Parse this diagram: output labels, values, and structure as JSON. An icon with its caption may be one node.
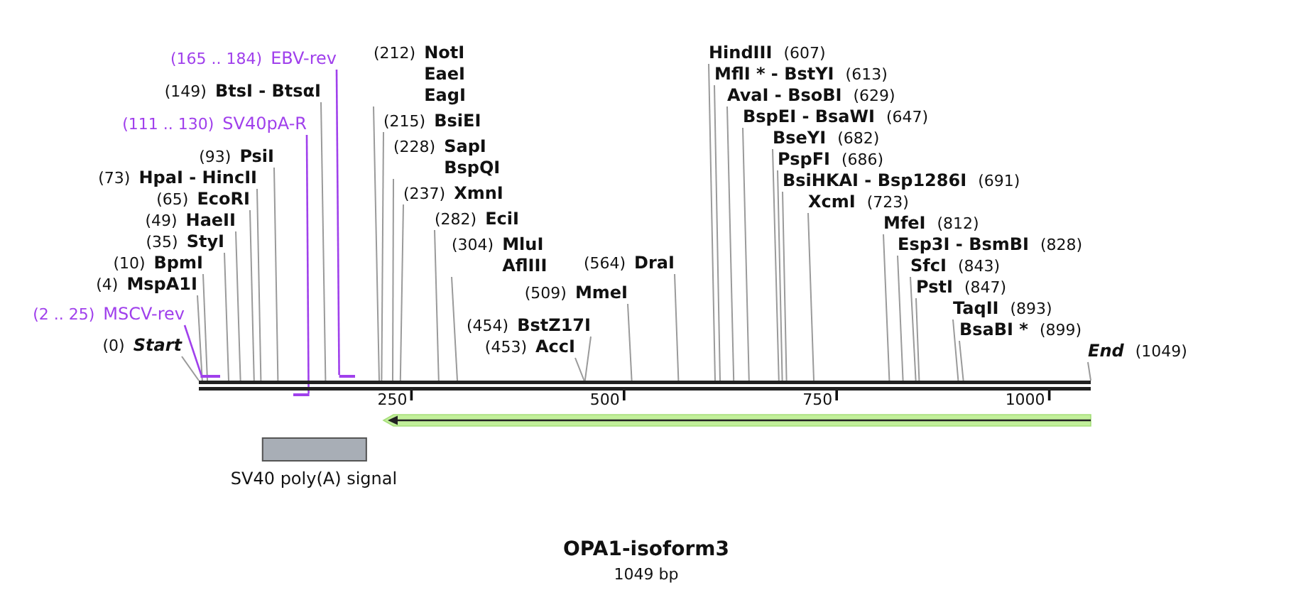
{
  "diagram": {
    "title": "OPA1-isoform3",
    "nodes": [
      {
        "text": [
          "(165 .. 184)",
          "EBV-rev"
        ]
      },
      {
        "text": [
          "(149)",
          "BtsI - BtsαI"
        ]
      },
      {
        "text": [
          "(111 .. 130)",
          "SV40pA-R"
        ]
      },
      {
        "text": [
          "(93)",
          "PsiI"
        ]
      },
      {
        "text": [
          "(73)",
          "HpaI - HincII"
        ]
      },
      {
        "text": [
          "(65)",
          "EcoRI"
        ]
      },
      {
        "text": [
          "(49)",
          "HaeII"
        ]
      },
      {
        "text": [
          "(35)",
          "StyI"
        ]
      },
      {
        "text": [
          "(10)",
          "BpmI"
        ]
      },
      {
        "text": [
          "(4)",
          "MspA1I"
        ]
      },
      {
        "text": [
          "(2 .. 25)",
          "MSCV-rev"
        ]
      },
      {
        "text": [
          "(0)",
          "Start"
        ]
      },
      {
        "text": [
          "(212)",
          "NotI",
          "EaeI",
          "EagI"
        ]
      },
      {
        "text": [
          "(215)",
          "BsiEI"
        ]
      },
      {
        "text": [
          "(228)",
          "SapI",
          "BspQI"
        ]
      },
      {
        "text": [
          "(237)",
          "XmnI"
        ]
      },
      {
        "text": [
          "(282)",
          "EciI"
        ]
      },
      {
        "text": [
          "(304)",
          "MluI",
          "AflIII"
        ]
      },
      {
        "text": [
          "(564)",
          "DraI"
        ]
      },
      {
        "text": [
          "(509)",
          "MmeI"
        ]
      },
      {
        "text": [
          "(454)",
          "BstZ17I"
        ]
      },
      {
        "text": [
          "(453)",
          "AccI"
        ]
      },
      {
        "text": [
          "HindIII",
          "(607)"
        ]
      },
      {
        "text": [
          "MflI * - BstYI",
          "(613)"
        ]
      },
      {
        "text": [
          "AvaI - BsoBI",
          "(629)"
        ]
      },
      {
        "text": [
          "BspEI - BsaWI",
          "(647)"
        ]
      },
      {
        "text": [
          "BseYI",
          "(682)"
        ]
      },
      {
        "text": [
          "PspFI",
          "(686)"
        ]
      },
      {
        "text": [
          "BsiHKAI - Bsp1286I",
          "(691)"
        ]
      },
      {
        "text": [
          "XcmI",
          "(723)"
        ]
      },
      {
        "text": [
          "MfeI",
          "(812)"
        ]
      },
      {
        "text": [
          "Esp3I - BsmBI",
          "(828)"
        ]
      },
      {
        "text": [
          "SfcI",
          "(843)"
        ]
      },
      {
        "text": [
          "PstI",
          "(847)"
        ]
      },
      {
        "text": [
          "TaqII",
          "(893)"
        ]
      },
      {
        "text": [
          "BsaBI *",
          "(899)"
        ]
      },
      {
        "text": [
          "End",
          "(1049)"
        ]
      },
      {
        "text": [],
        "shape": "bar"
      },
      {
        "text": [],
        "shape": "bar"
      },
      {
        "text": [],
        "shape": "bar"
      },
      {
        "text": [],
        "shape": "bar"
      },
      {
        "text": [],
        "shape": "arrow"
      },
      {
        "text": [
          "SV40 poly(A) signal"
        ]
      }
    ],
    "edges": [
      {
        "from": 0,
        "to": 40,
        "arrow": "none",
        "color": "#a040ec"
      },
      {
        "from": 1,
        "to": 37,
        "arrow": "none"
      },
      {
        "from": 2,
        "to": 39,
        "arrow": "none",
        "color": "#a040ec"
      },
      {
        "from": 3,
        "to": 37,
        "arrow": "none"
      },
      {
        "from": 4,
        "to": 37,
        "arrow": "none"
      },
      {
        "from": 5,
        "to": 37,
        "arrow": "none"
      },
      {
        "from": 6,
        "to": 37,
        "arrow": "none"
      },
      {
        "from": 7,
        "to": 37,
        "arrow": "none"
      },
      {
        "from": 8,
        "to": 37,
        "arrow": "none"
      },
      {
        "from": 9,
        "to": 37,
        "arrow": "none"
      },
      {
        "from": 10,
        "to": 38,
        "arrow": "none",
        "color": "#a040ec"
      },
      {
        "from": 11,
        "to": 37,
        "arrow": "none"
      },
      {
        "from": 12,
        "to": 37,
        "arrow": "none"
      },
      {
        "from": 13,
        "to": 37,
        "arrow": "none"
      },
      {
        "from": 14,
        "to": 37,
        "arrow": "none"
      },
      {
        "from": 15,
        "to": 37,
        "arrow": "none"
      },
      {
        "from": 16,
        "to": 37,
        "arrow": "none"
      },
      {
        "from": 17,
        "to": 37,
        "arrow": "none"
      },
      {
        "from": 18,
        "to": 37,
        "arrow": "none"
      },
      {
        "from": 19,
        "to": 37,
        "arrow": "none"
      },
      {
        "from": 20,
        "to": 37,
        "arrow": "none"
      },
      {
        "from": 21,
        "to": 37,
        "arrow": "none"
      },
      {
        "from": 22,
        "to": 37,
        "arrow": "none"
      },
      {
        "from": 23,
        "to": 37,
        "arrow": "none"
      },
      {
        "from": 24,
        "to": 37,
        "arrow": "none"
      },
      {
        "from": 25,
        "to": 37,
        "arrow": "none"
      },
      {
        "from": 26,
        "to": 37,
        "arrow": "none"
      },
      {
        "from": 27,
        "to": 37,
        "arrow": "none"
      },
      {
        "from": 28,
        "to": 37,
        "arrow": "none"
      },
      {
        "from": 29,
        "to": 37,
        "arrow": "none"
      },
      {
        "from": 30,
        "to": 37,
        "arrow": "none"
      },
      {
        "from": 31,
        "to": 37,
        "arrow": "none"
      },
      {
        "from": 32,
        "to": 37,
        "arrow": "none"
      },
      {
        "from": 33,
        "to": 37,
        "arrow": "none"
      },
      {
        "from": 34,
        "to": 37,
        "arrow": "none"
      },
      {
        "from": 35,
        "to": 37,
        "arrow": "none"
      },
      {
        "from": 36,
        "to": 37,
        "arrow": "none"
      }
    ],
    "labels": [
      "250",
      "500",
      "750",
      "1000",
      "1049 bp"
    ]
  }
}
